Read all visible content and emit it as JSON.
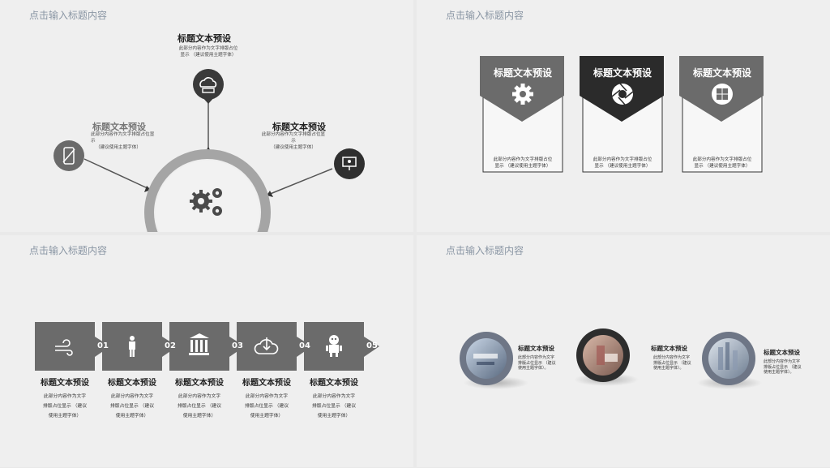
{
  "panel1": {
    "title": "点击输入标题内容",
    "top": {
      "title": "标题文本预设",
      "desc1": "此部分内容作为文字排版占位",
      "desc2": "显示 （建议使用主题字体）"
    },
    "left": {
      "title": "标题文本预设",
      "desc1": "此部分内容作为文字排版占位显",
      "desc2": "示",
      "desc3": "（建议使用主题字体）"
    },
    "right": {
      "title": "标题文本预设",
      "desc1": "此部分内容作为文字排版占位显",
      "desc2": "示",
      "desc3": "（建议使用主题字体）"
    },
    "icons": {
      "top": "cloud-icon",
      "left": "phone-icon",
      "right": "presentation-icon",
      "center": "gears-icon"
    }
  },
  "panel2": {
    "title": "点击输入标题内容",
    "cards": [
      {
        "title": "标题文本预设",
        "icon": "gear-icon",
        "desc1": "此部分内容作为文字排版占位",
        "desc2": "显示 （建议使用主题字体）",
        "color": "#6b6b6b"
      },
      {
        "title": "标题文本预设",
        "icon": "aperture-icon",
        "desc1": "此部分内容作为文字排版占位",
        "desc2": "显示 （建议使用主题字体）",
        "color": "#2b2b2b"
      },
      {
        "title": "标题文本预设",
        "icon": "windows-icon",
        "desc1": "此部分内容作为文字排版占位",
        "desc2": "显示 （建议使用主题字体）",
        "color": "#6b6b6b"
      }
    ]
  },
  "panel3": {
    "title": "点击输入标题内容",
    "steps": [
      {
        "num": "01",
        "title": "标题文本预设",
        "d1": "此部分内容作为文字",
        "d2": "排版占位显示 （建议",
        "d3": "使用主题字体）",
        "icon": "wind-icon"
      },
      {
        "num": "02",
        "title": "标题文本预设",
        "d1": "此部分内容作为文字",
        "d2": "排版占位显示 （建议",
        "d3": "使用主题字体）",
        "icon": "person-icon"
      },
      {
        "num": "03",
        "title": "标题文本预设",
        "d1": "此部分内容作为文字",
        "d2": "排版占位显示 （建议",
        "d3": "使用主题字体）",
        "icon": "bank-icon"
      },
      {
        "num": "04",
        "title": "标题文本预设",
        "d1": "此部分内容作为文字",
        "d2": "排版占位显示 （建议",
        "d3": "使用主题字体）",
        "icon": "cloud-download-icon"
      },
      {
        "num": "05",
        "title": "标题文本预设",
        "d1": "此部分内容作为文字",
        "d2": "排版占位显示 （建议",
        "d3": "使用主题字体）",
        "icon": "robot-icon"
      }
    ]
  },
  "panel4": {
    "title": "点击输入标题内容",
    "items": [
      {
        "title": "标题文本预设",
        "d1": "此部分内容作为文字",
        "d2": "排版占位显示 （建议",
        "d3": "使用主题字体）。"
      },
      {
        "title": "标题文本预设",
        "d1": "此部分内容作为文字",
        "d2": "排版占位显示 （建议",
        "d3": "使用主题字体）。"
      },
      {
        "title": "标题文本预设",
        "d1": "此部分内容作为文字",
        "d2": "排版占位显示 （建议",
        "d3": "使用主题字体）。"
      }
    ]
  }
}
